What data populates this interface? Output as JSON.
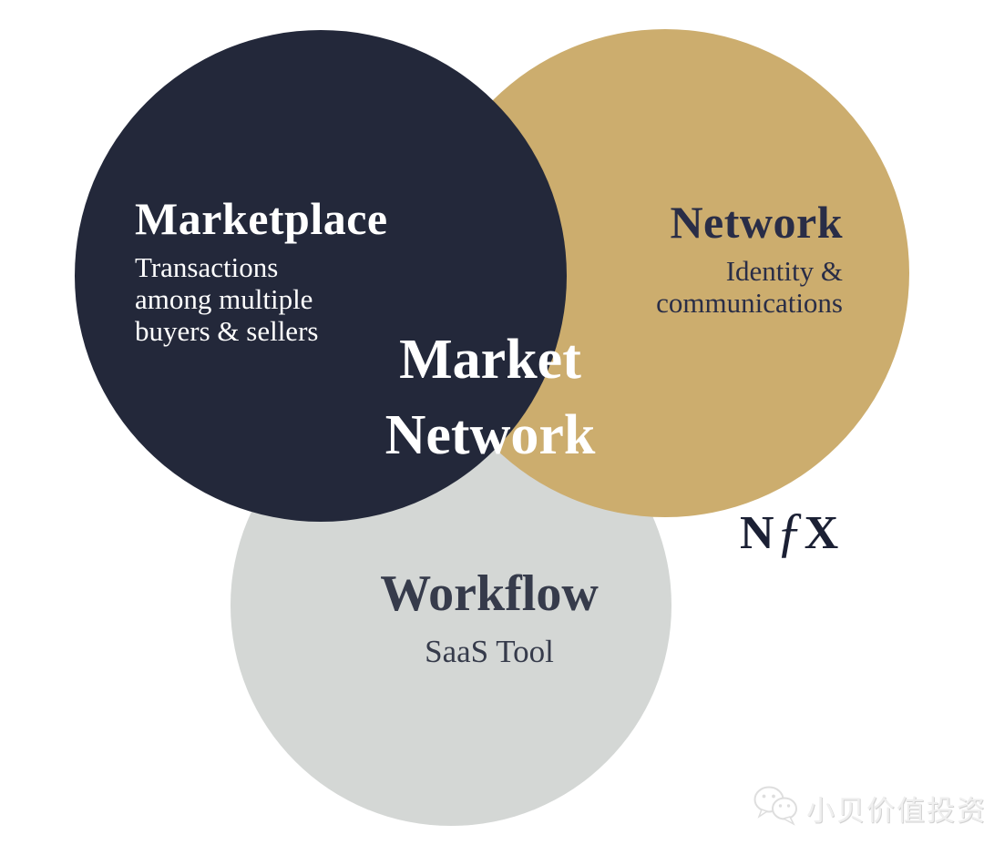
{
  "canvas": {
    "background": "#ffffff"
  },
  "diagram": {
    "type": "venn-3-circles",
    "center_label_meaning": "intersection of all three circles"
  },
  "circles": {
    "marketplace": {
      "title": "Marketplace",
      "desc_lines": [
        "Transactions",
        "among multiple",
        "buyers & sellers"
      ],
      "color": "#23283a",
      "text_color": "#ffffff"
    },
    "network": {
      "title": "Network",
      "desc_lines": [
        "Identity &",
        "communications"
      ],
      "color": "#ccad6e",
      "text_color": "#292d47"
    },
    "workflow": {
      "title": "Workflow",
      "desc_lines": [
        "SaaS Tool"
      ],
      "color": "#d4d7d5",
      "text_color": "#363b4b"
    }
  },
  "center_label": {
    "line1": "Market",
    "line2": "Network"
  },
  "logo": {
    "name": "NfX",
    "n": "N",
    "f": "ƒ",
    "x": "X",
    "color": "#1b2034"
  },
  "watermark": {
    "icon": "wechat-icon",
    "text": "小贝价值投资"
  }
}
